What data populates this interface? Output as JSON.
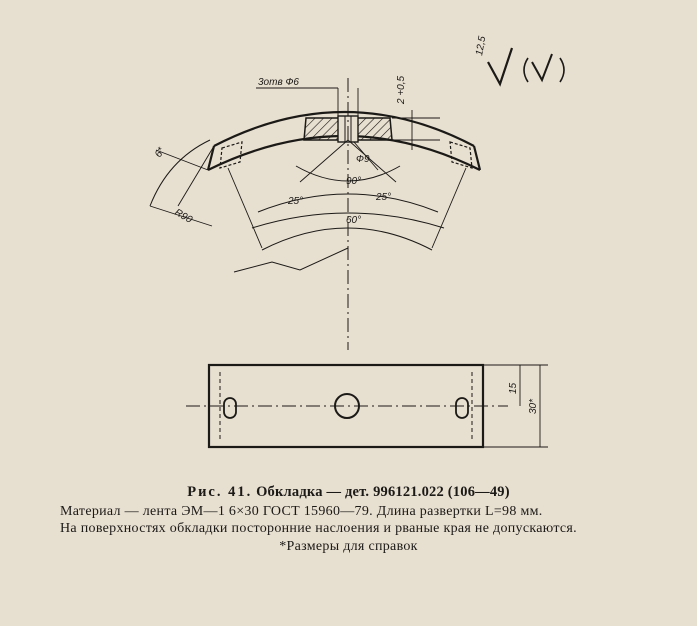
{
  "drawing": {
    "dim_holes": "3отв Ф6",
    "dim_tolerance": "2 +0,5",
    "dim_hole_diameter": "Ф9",
    "dim_angle_90": "90°",
    "dim_angle_25_left": "25°",
    "dim_angle_25_right": "25°",
    "dim_angle_60": "60°",
    "dim_thickness": "6*",
    "dim_radius": "R90",
    "dim_width_15": "15",
    "dim_width_30": "30*",
    "roughness_value": "12,5",
    "roughness_symbol": "√(√)"
  },
  "caption": {
    "prefix": "Рис. 41.",
    "title": "Обкладка — дет. 996121.022 (106—49)"
  },
  "notes": {
    "line1": "Материал — лента ЭМ—1 6×30 ГОСТ 15960—79. Длина развертки L=98 мм.",
    "line2": "На поверхностях обкладки посторонние наслоения и рваные края не допускаются.",
    "line3": "*Размеры для справок"
  }
}
